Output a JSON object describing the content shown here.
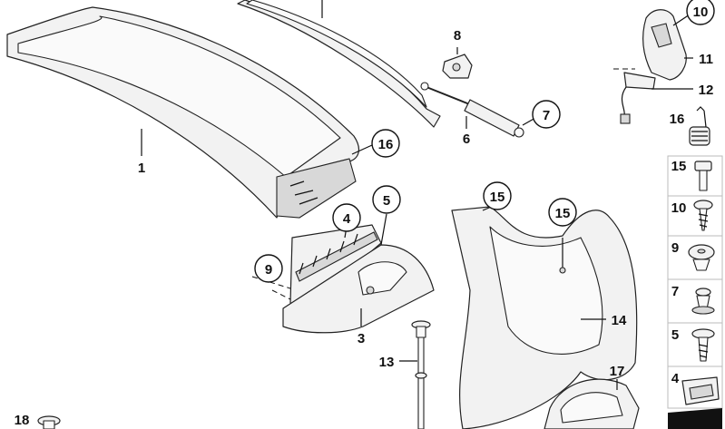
{
  "callouts": {
    "c1": "1",
    "c3": "3",
    "c4": "4",
    "c5": "5",
    "c6": "6",
    "c7": "7",
    "c8": "8",
    "c9": "9",
    "c10": "10",
    "c11": "11",
    "c12": "12",
    "c13": "13",
    "c14": "14",
    "c15a": "15",
    "c15b": "15",
    "c16": "16",
    "c17": "17",
    "c18": "18"
  },
  "legend": {
    "l16": "16",
    "l15": "15",
    "l10": "10",
    "l9": "9",
    "l7": "7",
    "l5": "5",
    "l4": "4"
  }
}
